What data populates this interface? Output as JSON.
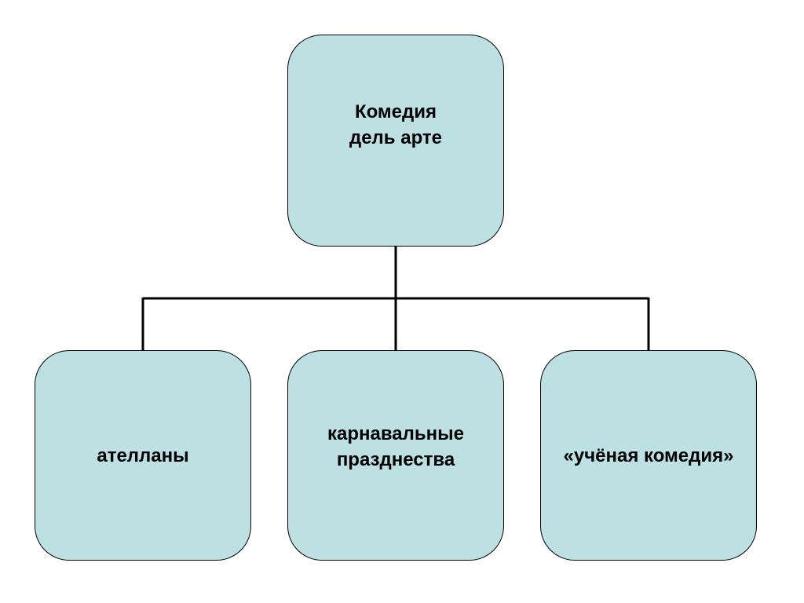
{
  "colors": {
    "node_fill": "#bde0e3",
    "node_border": "#000000",
    "connector": "#000000",
    "background": "#ffffff"
  },
  "root": {
    "line1": "Комедия",
    "line2": "дель арте"
  },
  "children": [
    {
      "lines": [
        "ателланы"
      ]
    },
    {
      "lines": [
        "карнавальные",
        "празднества"
      ]
    },
    {
      "lines": [
        "«учёная комедия»"
      ]
    }
  ]
}
